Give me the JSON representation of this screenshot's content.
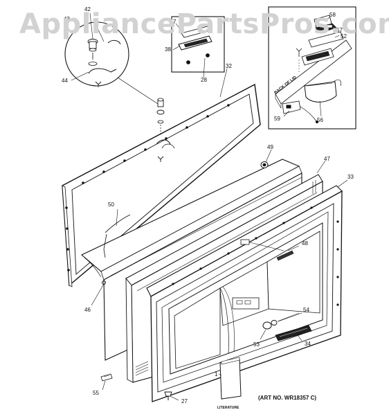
{
  "watermark": "AppliancePartsPros.com",
  "art_number": "(ART NO. WR18357 C)",
  "literature_label": "LITERATURE",
  "back_of_lid_label": "BACK OF LID",
  "callouts": {
    "c1": "1",
    "c27": "27",
    "c28": "28",
    "c32": "32",
    "c33": "33",
    "c34": "34",
    "c38": "38",
    "c42": "42",
    "c43": "43",
    "c44": "44",
    "c46": "46",
    "c47": "47",
    "c48": "48",
    "c49": "49",
    "c50": "50",
    "c52": "52",
    "c53": "53",
    "c54": "54",
    "c55": "55",
    "c56": "56",
    "c57": "57",
    "c58": "58",
    "c59": "59"
  },
  "colors": {
    "line": "#111111",
    "watermark": "#d2d2d2",
    "background": "#ffffff"
  }
}
